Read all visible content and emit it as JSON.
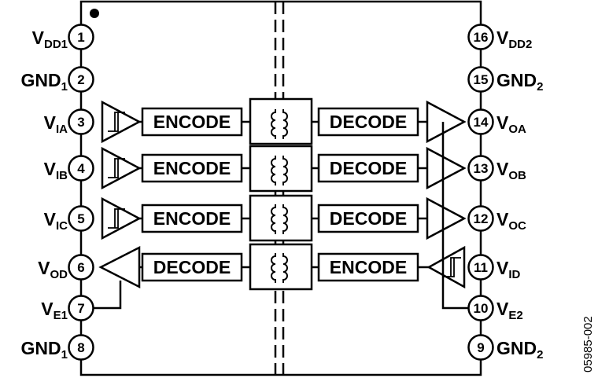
{
  "labels": {
    "encode": "ENCODE",
    "decode": "DECODE",
    "figure_id": "05985-002"
  },
  "pins": [
    {
      "num": "1",
      "main": "V",
      "sub": "DD1",
      "side": "left"
    },
    {
      "num": "2",
      "main": "GND",
      "sub": "1",
      "side": "left"
    },
    {
      "num": "3",
      "main": "V",
      "sub": "IA",
      "side": "left"
    },
    {
      "num": "4",
      "main": "V",
      "sub": "IB",
      "side": "left"
    },
    {
      "num": "5",
      "main": "V",
      "sub": "IC",
      "side": "left"
    },
    {
      "num": "6",
      "main": "V",
      "sub": "OD",
      "side": "left"
    },
    {
      "num": "7",
      "main": "V",
      "sub": "E1",
      "side": "left"
    },
    {
      "num": "8",
      "main": "GND",
      "sub": "1",
      "side": "left"
    },
    {
      "num": "16",
      "main": "V",
      "sub": "DD2",
      "side": "right"
    },
    {
      "num": "15",
      "main": "GND",
      "sub": "2",
      "side": "right"
    },
    {
      "num": "14",
      "main": "V",
      "sub": "OA",
      "side": "right"
    },
    {
      "num": "13",
      "main": "V",
      "sub": "OB",
      "side": "right"
    },
    {
      "num": "12",
      "main": "V",
      "sub": "OC",
      "side": "right"
    },
    {
      "num": "11",
      "main": "V",
      "sub": "ID",
      "side": "right"
    },
    {
      "num": "10",
      "main": "V",
      "sub": "E2",
      "side": "right"
    },
    {
      "num": "9",
      "main": "GND",
      "sub": "2",
      "side": "right"
    }
  ]
}
